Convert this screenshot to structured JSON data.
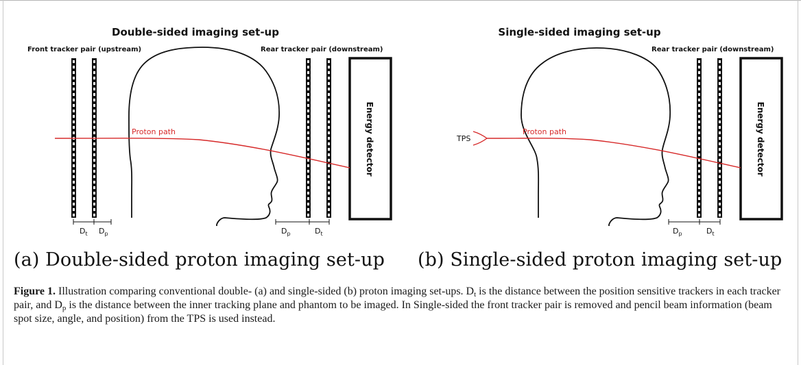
{
  "panel_a": {
    "title": "Double-sided imaging set-up",
    "front_label": "Front tracker pair (upstream)",
    "rear_label": "Rear tracker pair (downstream)",
    "path_label": "Proton path",
    "detector_label": "Energy detector",
    "dim_t": "D",
    "dim_t_sub": "t",
    "dim_p": "D",
    "dim_p_sub": "p",
    "subcaption": "(a) Double-sided proton imaging set-up"
  },
  "panel_b": {
    "title": "Single-sided imaging set-up",
    "rear_label": "Rear tracker pair (downstream)",
    "path_label": "Proton path",
    "tps_label": "TPS",
    "detector_label": "Energy detector",
    "dim_t": "D",
    "dim_t_sub": "t",
    "dim_p": "D",
    "dim_p_sub": "p",
    "subcaption": "(b) Single-sided proton imaging set-up"
  },
  "caption": {
    "label": "Figure 1.",
    "text_1": " Illustration comparing conventional double- (a) and single-sided (b) proton imaging set-ups. D",
    "sub_1": "t",
    "text_2": " is the distance between the position sensitive trackers in each tracker pair, and D",
    "sub_2": "p",
    "text_3": " is the distance between the inner tracking plane and phantom to be imaged. In Single-sided the front tracker pair is removed and pencil beam information (beam spot size, angle, and position) from the TPS is used instead."
  },
  "colors": {
    "proton_path": "#d62828",
    "ink": "#111111"
  }
}
